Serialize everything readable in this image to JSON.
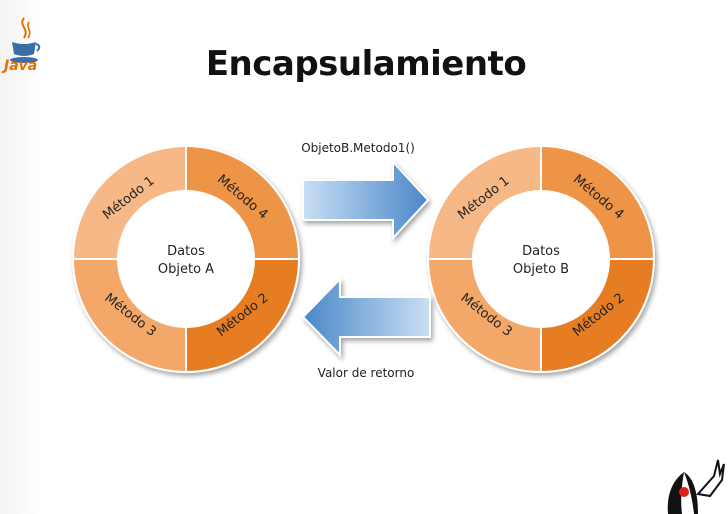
{
  "logo": {
    "text": "Java"
  },
  "title": "Encapsulamiento",
  "colors": {
    "segment_light": "#f6bd8f",
    "segment_dark": "#e77d24",
    "ring_stroke": "#ffffff",
    "arrow_light": "#c9dff4",
    "arrow_dark": "#4a87c9",
    "text": "#222222"
  },
  "objects": [
    {
      "id": "A",
      "center_lines": [
        "Datos",
        "Objeto A"
      ],
      "methods": {
        "top_left": "Método 1",
        "top_right": "Método 4",
        "bottom_right": "Método 2",
        "bottom_left": "Método 3"
      }
    },
    {
      "id": "B",
      "center_lines": [
        "Datos",
        "Objeto B"
      ],
      "methods": {
        "top_left": "Método 1",
        "top_right": "Método 4",
        "bottom_right": "Método 2",
        "bottom_left": "Método 3"
      }
    }
  ],
  "arrows": {
    "call_label": "ObjetoB.Metodo1()",
    "return_label": "Valor de retorno"
  },
  "mascot_icon": "duke-mascot-icon"
}
